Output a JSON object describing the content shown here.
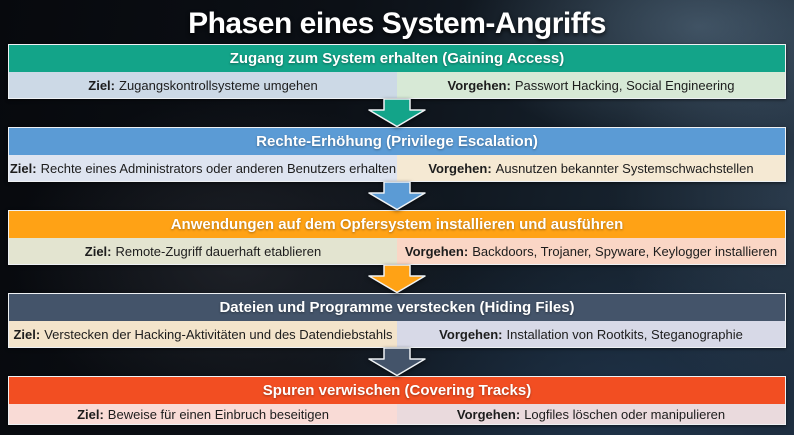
{
  "title": "Phasen eines System-Angriffs",
  "colors": {
    "background": "#0b0e13",
    "title_text": "#ffffff",
    "band_border": "#eef1f4",
    "arrow_outline": "#eef2f5"
  },
  "phases": [
    {
      "header": "Zugang zum System erhalten (Gaining Access)",
      "header_color": "#13A489",
      "ziel_label": "Ziel:",
      "ziel_text": "Zugangskontrollsysteme umgehen",
      "ziel_bg": "#CCD9E6",
      "vorgehen_label": "Vorgehen:",
      "vorgehen_text": "Passwort Hacking, Social Engineering",
      "vorgehen_bg": "#D7E9D6",
      "arrow_color": "#13A489"
    },
    {
      "header": "Rechte-Erhöhung (Privilege Escalation)",
      "header_color": "#5B9BD5",
      "ziel_label": "Ziel:",
      "ziel_text": "Rechte eines Administrators oder anderen Benutzers erhalten",
      "ziel_bg": "#DEE4F0",
      "vorgehen_label": "Vorgehen:",
      "vorgehen_text": "Ausnutzen bekannter Systemschwachstellen",
      "vorgehen_bg": "#F5E9D3",
      "arrow_color": "#5B9BD5"
    },
    {
      "header": "Anwendungen auf dem Opfersystem installieren und ausführen",
      "header_color": "#FFA215",
      "ziel_label": "Ziel:",
      "ziel_text": "Remote-Zugriff dauerhaft etablieren",
      "ziel_bg": "#E3E4D0",
      "vorgehen_label": "Vorgehen:",
      "vorgehen_text": "Backdoors, Trojaner, Spyware, Keylogger installieren",
      "vorgehen_bg": "#FAD6C5",
      "arrow_color": "#FFA215"
    },
    {
      "header": "Dateien und Programme verstecken (Hiding Files)",
      "header_color": "#44546A",
      "ziel_label": "Ziel:",
      "ziel_text": "Verstecken der Hacking-Aktivitäten und des Datendiebstahls",
      "ziel_bg": "#F3E4CB",
      "vorgehen_label": "Vorgehen:",
      "vorgehen_text": "Installation von Rootkits, Steganographie",
      "vorgehen_bg": "#D7D9E7",
      "arrow_color": "#44546A"
    },
    {
      "header": "Spuren verwischen (Covering Tracks)",
      "header_color": "#F24E22",
      "ziel_label": "Ziel:",
      "ziel_text": "Beweise für einen Einbruch beseitigen",
      "ziel_bg": "#F9DBD6",
      "vorgehen_label": "Vorgehen:",
      "vorgehen_text": "Logfiles löschen oder manipulieren",
      "vorgehen_bg": "#EADADD",
      "arrow_color": null
    }
  ]
}
